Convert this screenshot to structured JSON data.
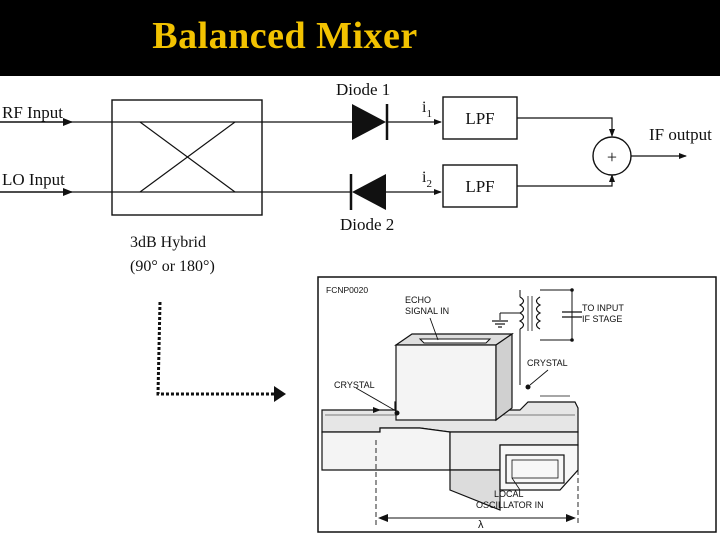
{
  "slide": {
    "title": "Balanced Mixer",
    "title_color": "#f2c200",
    "title_bar_color": "#000000"
  },
  "schematic": {
    "rf_input": "RF Input",
    "lo_input": "LO Input",
    "diode1": "Diode 1",
    "diode2": "Diode 2",
    "i1": "i",
    "i1_sub": "1",
    "i2": "i",
    "i2_sub": "2",
    "lpf1": "LPF",
    "lpf2": "LPF",
    "sum_symbol": "+",
    "if_output": "IF output",
    "hybrid_line1": "3dB Hybrid",
    "hybrid_line2": "(90° or 180°)"
  },
  "drawing": {
    "code": "FCNP0020",
    "echo_line1": "ECHO",
    "echo_line2": "SIGNAL IN",
    "input_line1": "TO INPUT",
    "input_line2": "IF STAGE",
    "crystal_left": "CRYSTAL",
    "crystal_right": "CRYSTAL",
    "local_line1": "LOCAL",
    "local_line2": "OSCILLATOR IN",
    "lambda": "λ"
  }
}
